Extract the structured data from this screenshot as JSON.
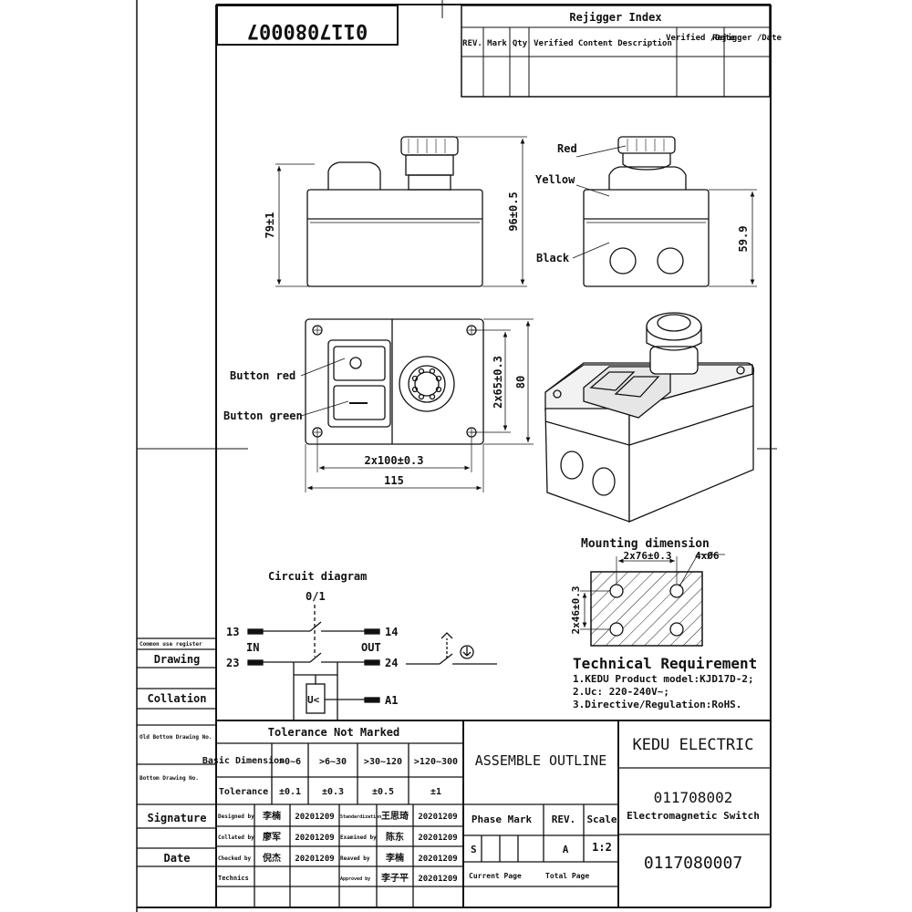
{
  "drawing_number_rotated": "0117080007",
  "rejigger_index": {
    "title": "Rejigger Index",
    "headers": [
      "REV.",
      "Mark",
      "Qty",
      "Verified Content Description",
      "Verified /Date",
      "Rejigger /Date"
    ]
  },
  "views": {
    "front": {
      "height_label": "79±1",
      "total_label": "96±0.5"
    },
    "side": {
      "label_red": "Red",
      "label_yellow": "Yellow",
      "label_black": "Black",
      "height_label": "59.9"
    },
    "top": {
      "label_button_red": "Button red",
      "label_button_green": "Button green",
      "vertical_label": "2x65±0.3",
      "height_label": "80",
      "horizontal_label": "2x100±0.3",
      "width_label": "115"
    }
  },
  "mounting": {
    "title": "Mounting dimension",
    "h_label": "2x76±0.3",
    "hole_label": "4xØ6",
    "v_label": "2x46±0.3"
  },
  "circuit": {
    "title": "Circuit diagram",
    "switch_label": "0/1",
    "t13": "13",
    "t23": "23",
    "t14": "14",
    "t24": "24",
    "tA1": "A1",
    "in_label": "IN",
    "out_label": "OUT",
    "coil_label": "U<"
  },
  "technical": {
    "title": "Technical Requirement",
    "lines": [
      "1.KEDU Product model:KJD17D-2;",
      "2.Uc:  220-240V~;",
      "3.Directive/Regulation:RoHS."
    ]
  },
  "left_strip": {
    "common_use_register": "Common use register",
    "drawing": "Drawing",
    "collation": "Collation",
    "old_bottom_drawing_no": "Old Bottom Drawing No.",
    "bottom_drawing_no": "Bottom Drawing No.",
    "signature": "Signature",
    "date": "Date"
  },
  "tolerance": {
    "title": "Tolerance Not Marked",
    "basic_dimension": "Basic Dimension",
    "ranges": [
      ">0~6",
      ">6~30",
      ">30~120",
      ">120~300"
    ],
    "tolerance_label": "Tolerance",
    "values": [
      "±0.1",
      "±0.3",
      "±0.5",
      "±1"
    ]
  },
  "signatures": [
    {
      "role": "Designed by",
      "name": "李楠",
      "date": "20201209",
      "role2": "Standardization",
      "name2": "王思琦",
      "date2": "20201209"
    },
    {
      "role": "Collated by",
      "name": "廖军",
      "date": "20201209",
      "role2": "Examined by",
      "name2": "陈东",
      "date2": "20201209"
    },
    {
      "role": "Checked by",
      "name": "倪杰",
      "date": "20201209",
      "role2": "Reaved by",
      "name2": "李楠",
      "date2": "20201209"
    },
    {
      "role": "Technics",
      "name": "",
      "date": "",
      "role2": "Approved by",
      "name2": "李子平",
      "date2": "20201209"
    }
  ],
  "title_block": {
    "assemble_outline": "ASSEMBLE OUTLINE",
    "company": "KEDU ELECTRIC",
    "part_number": "011708002",
    "part_name": "Electromagnetic Switch",
    "drawing_number": "0117080007",
    "phase_mark": "Phase Mark",
    "rev_label": "REV.",
    "scale_label": "Scale",
    "phase_value": "S",
    "rev_value": "A",
    "scale_value": "1:2",
    "current_page": "Current Page",
    "total_page": "Total Page"
  }
}
